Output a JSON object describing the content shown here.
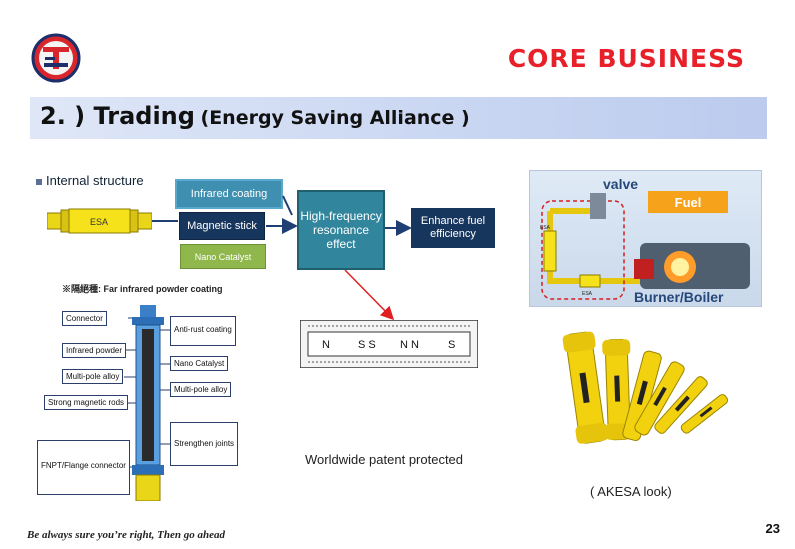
{
  "header": {
    "core_title": "CORE BUSINESS",
    "banner_main": "2. ) Trading",
    "banner_sub": "(Energy Saving Alliance )"
  },
  "flow": {
    "section_title": "Internal structure",
    "esa_label": "ESA",
    "infrared": "Infrared coating",
    "magnetic": "Magnetic stick",
    "nano": "Nano Catalyst",
    "high_freq": "High-frequency resonance effect",
    "enhance": "Enhance fuel efficiency"
  },
  "structure": {
    "powder_note": "※隔絕種: Far infrared powder coating",
    "left_labels": [
      "Connector",
      "Infrared powder",
      "Multi-pole alloy",
      "Strong magnetic rods",
      "FNPT/Flange connector"
    ],
    "right_labels": [
      "Anti-rust coating",
      "Nano Catalyst",
      "Multi-pole alloy",
      "Strengthen joints"
    ]
  },
  "magnet": {
    "poles": [
      "N",
      "S S",
      "N N",
      "S"
    ]
  },
  "patent_text": "Worldwide patent protected",
  "boiler": {
    "valve": "valve",
    "fuel": "Fuel",
    "burner": "Burner/Boiler",
    "esa_tag_1": "ESA",
    "esa_tag_2": "ESA"
  },
  "akesa_caption": "( AKESA look)",
  "footer": {
    "motto": "Be always sure you’re right, Then go ahead",
    "page": "23"
  },
  "colors": {
    "brand_red": "#e8202a",
    "navy": "#17365d",
    "teal": "#31859c",
    "green": "#8fb74b",
    "yellow": "#f5e21a"
  }
}
